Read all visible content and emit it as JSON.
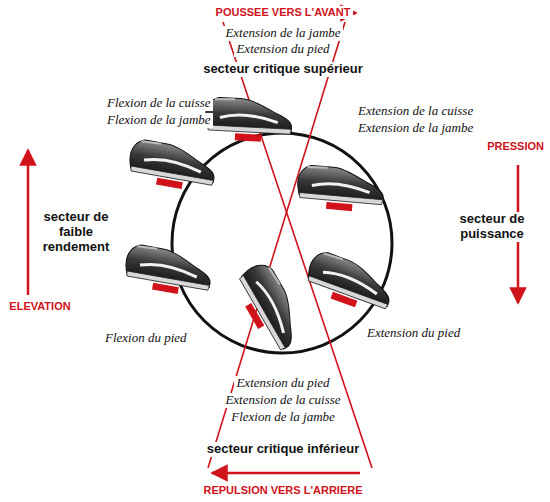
{
  "diagram": {
    "labels": [
      "POUSSEE VERS L'AVANT",
      "Extension de la jambe",
      "Extension du pied",
      "secteur critique supérieur",
      "Flexion de la cuisse",
      "Flexion de la jambe",
      "Extension de la cuisse",
      "Extension de la jambe",
      "PRESSION",
      "secteur de faible rendement",
      "secteur de puissance",
      "ELEVATION",
      "Flexion du pied",
      "Extension du pied",
      "Extension du pied",
      "Extension de la cuisse",
      "Flexion de la jambe",
      "secteur critique inférieur",
      "REPULSION VERS L'ARRIERE"
    ]
  }
}
